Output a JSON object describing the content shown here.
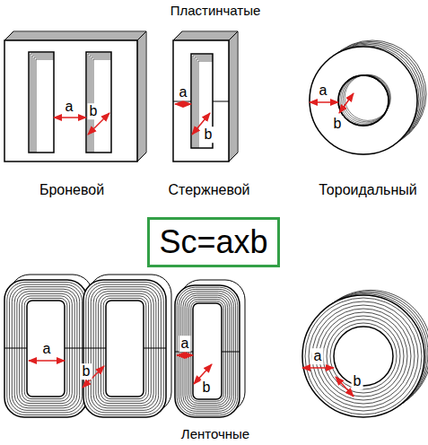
{
  "diagram": {
    "nodes": [
      {
        "text": [
          "Sc=axb"
        ]
      }
    ],
    "labels": [
      "Пластинчатые",
      "a",
      "b",
      "a",
      "b",
      "a",
      "b",
      "Броневой",
      "Стержневой",
      "Тороидальный",
      "a",
      "b",
      "a",
      "b",
      "a",
      "b",
      "Ленточные"
    ]
  }
}
